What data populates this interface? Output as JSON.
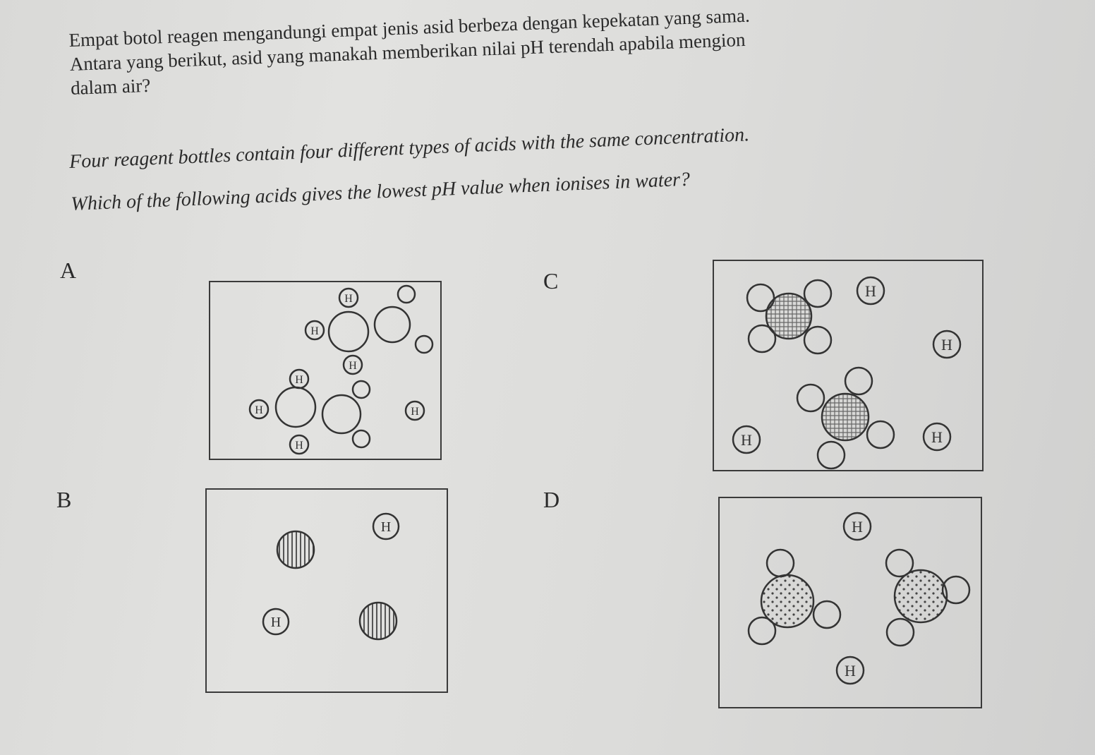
{
  "question": {
    "malay": {
      "line1": "Empat botol reagen mengandungi empat jenis asid berbeza dengan kepekatan yang sama.",
      "line2": "Antara yang berikut, asid yang manakah memberikan nilai pH terendah apabila mengion",
      "line3": "dalam air?"
    },
    "english": {
      "line1": "Four reagent bottles contain four different types of acids with the same concentration.",
      "line2": "Which of the following acids gives the lowest pH value when ionises in water?"
    }
  },
  "options": [
    {
      "label": "A",
      "diagram": "two molecules each with a central atom bonded to three H and another atom with two small atoms; one free H ion"
    },
    {
      "label": "B",
      "diagram": "two H ions and two vertically striped ions"
    },
    {
      "label": "C",
      "diagram": "two cross-hatched central atoms each with four small atoms; four free H ions"
    },
    {
      "label": "D",
      "diagram": "two dotted central atoms each with three small atoms; two free H ions"
    }
  ],
  "atom_label": "H"
}
